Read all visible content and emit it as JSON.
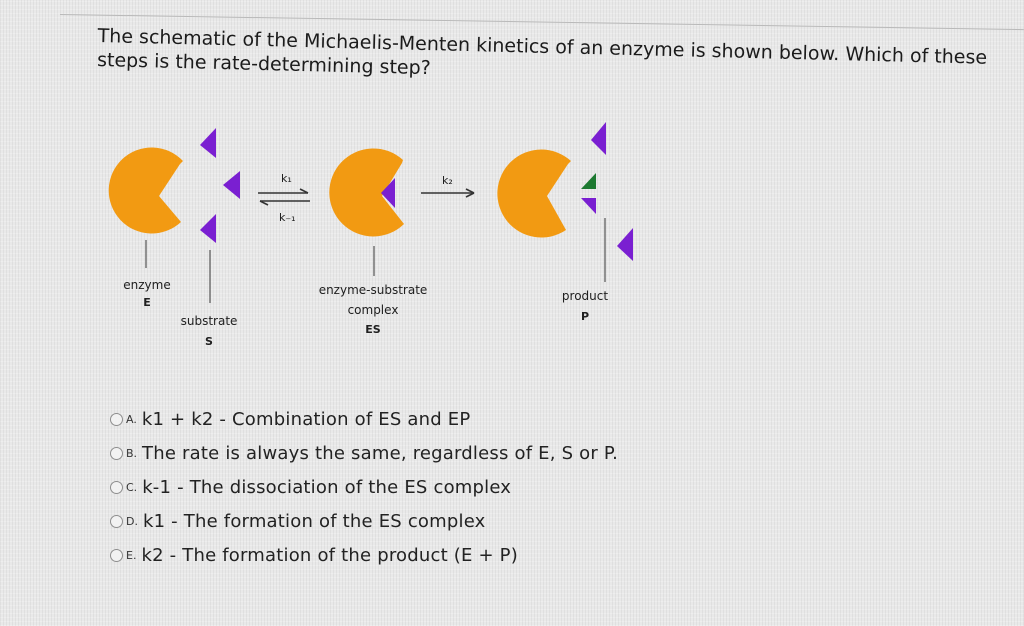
{
  "question": {
    "line1": "The schematic of the Michaelis-Menten kinetics of an enzyme is shown below. Which of these",
    "line2": "steps is the rate-determining step?"
  },
  "diagram": {
    "rate_k1": "k₁",
    "rate_k_minus1": "k₋₁",
    "rate_k2": "k₂",
    "labels": {
      "enzyme": "enzyme",
      "enzyme_symbol": "E",
      "substrate": "substrate",
      "substrate_symbol": "S",
      "es_complex_line1": "enzyme-substrate",
      "es_complex_line2": "complex",
      "es_symbol": "ES",
      "product": "product",
      "product_symbol": "P"
    },
    "colors": {
      "enzyme": "#f29a12",
      "substrate": "#7a1fd1",
      "product_top": "#1e7a32"
    }
  },
  "options": [
    {
      "letter": "A.",
      "text": "k1  + k2 - Combination of ES and EP"
    },
    {
      "letter": "B.",
      "text": "The rate is always the same, regardless of E, S or P."
    },
    {
      "letter": "C.",
      "text": "k-1 - The dissociation of the ES complex"
    },
    {
      "letter": "D.",
      "text": "k1 - The formation of the ES complex"
    },
    {
      "letter": "E.",
      "text": "k2 - The formation of the product (E + P)"
    }
  ]
}
